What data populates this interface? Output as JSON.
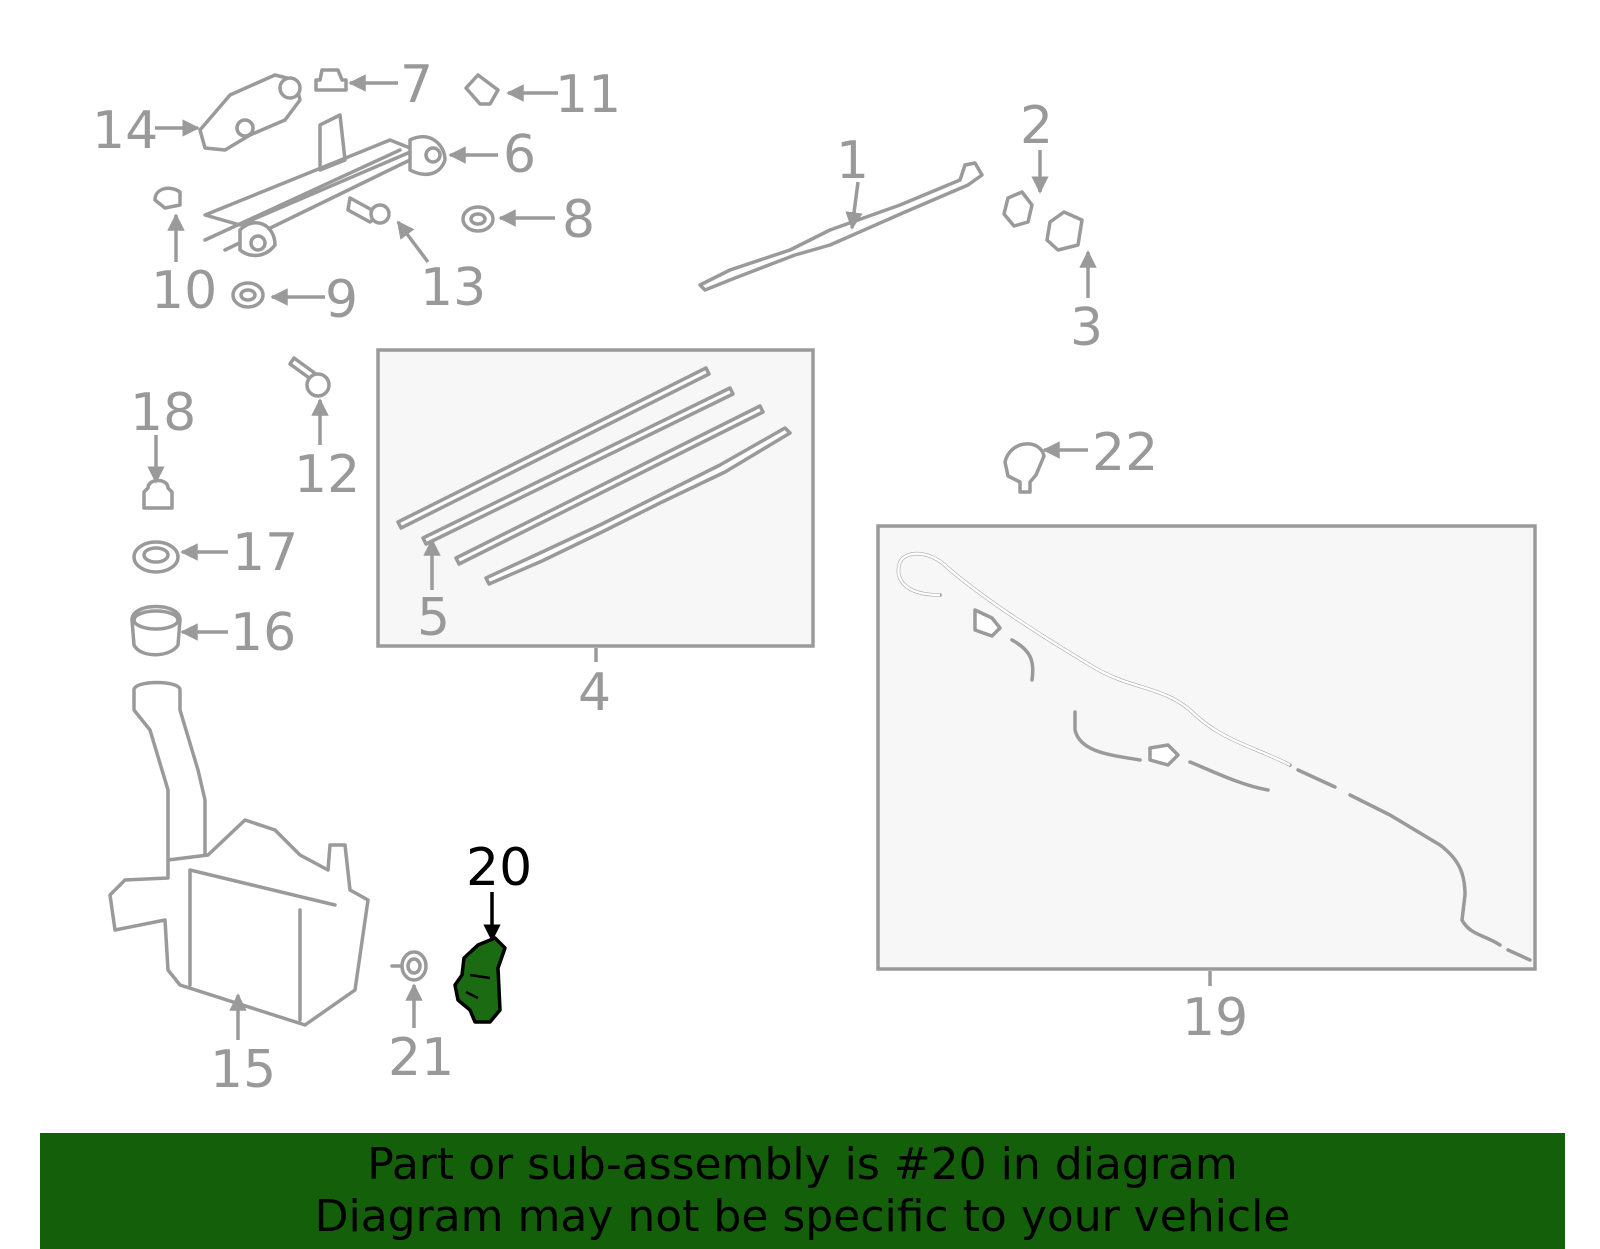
{
  "callouts": {
    "c1": "1",
    "c2": "2",
    "c3": "3",
    "c4": "4",
    "c5": "5",
    "c6": "6",
    "c7": "7",
    "c8": "8",
    "c9": "9",
    "c10": "10",
    "c11": "11",
    "c12": "12",
    "c13": "13",
    "c14": "14",
    "c15": "15",
    "c16": "16",
    "c17": "17",
    "c18": "18",
    "c19": "19",
    "c20": "20",
    "c21": "21",
    "c22": "22"
  },
  "highlighted_part": "20",
  "colors": {
    "highlight_fill": "#1a6b12",
    "banner_bg": "#135f0a",
    "part_stroke": "#9a9a9a"
  },
  "banner": {
    "line1": "Part or sub-assembly is #20 in diagram",
    "line2": "Diagram may not be specific to your vehicle"
  }
}
